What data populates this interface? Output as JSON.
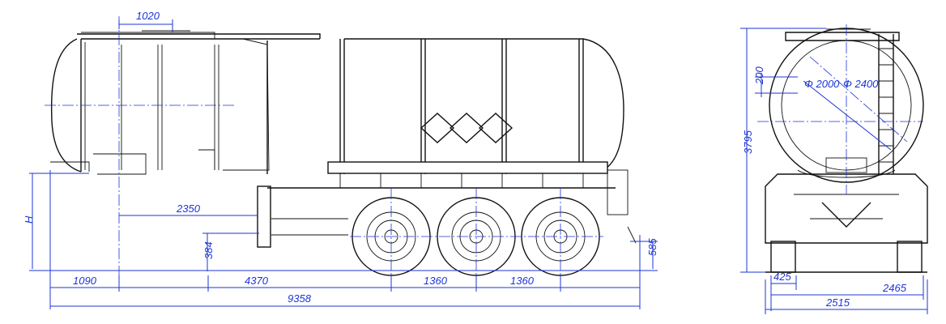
{
  "dimensions": {
    "top_1020": "1020",
    "h_2350": "2350",
    "h_1090": "1090",
    "h_4370": "4370",
    "h_1360a": "1360",
    "h_1360b": "1360",
    "h_9358": "9358",
    "v_H": "H",
    "v_384": "384",
    "v_585": "585",
    "v_3795": "3795",
    "v_200": "200",
    "d_2000": "Φ 2000",
    "d_2400": "Φ 2400",
    "h_425": "425",
    "h_2465": "2465",
    "h_2515": "2515"
  },
  "colors": {
    "dimension": "#1d35d6",
    "outline": "#111111"
  }
}
